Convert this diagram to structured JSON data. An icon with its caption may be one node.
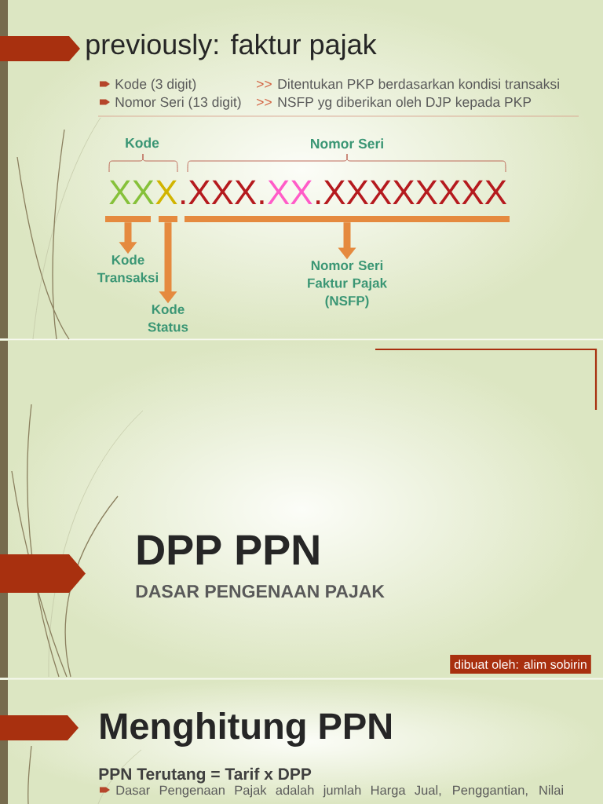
{
  "diagram": {
    "nodes": [
      {
        "text": [],
        "shape": "bar"
      },
      {
        "text": [],
        "shape": "bar"
      },
      {
        "text": [],
        "shape": "bar"
      },
      {
        "text": [
          "Kode Transaksi"
        ]
      },
      {
        "text": [
          "Kode Status"
        ]
      },
      {
        "text": [
          "Nomor Seri Faktur Pajak (NSFP)"
        ]
      },
      {
        "text": [
          "dibuat oleh: alim sobirin"
        ]
      }
    ],
    "edges": [
      {
        "from": 0,
        "to": 3,
        "arrow": "to"
      },
      {
        "from": 1,
        "to": 4,
        "arrow": "to"
      },
      {
        "from": 2,
        "to": 5,
        "arrow": "to"
      }
    ],
    "labels": [
      "previously: faktur pajak",
      "Kode (3 digit)",
      ">>",
      "Ditentukan PKP berdasarkan kondisi transaksi",
      "Nomor Seri (13 digit)",
      ">>",
      "NSFP yg diberikan oleh DJP kepada PKP",
      "Kode",
      "Nomor Seri",
      "XX",
      "X",
      ".XXX.",
      "XX",
      ".XXXXXXXX",
      "DPP PPN",
      "DASAR PENGENAAN PAJAK",
      "Menghitung PPN",
      "PPN Terutang = Tarif x DPP",
      "Dasar Pengenaan Pajak adalah jumlah Harga Jual, Penggantian, Nilai"
    ]
  }
}
